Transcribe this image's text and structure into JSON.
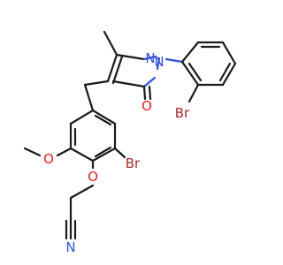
{
  "atom_labels": {
    "n_ring_1": "N",
    "n_ring_2": "N",
    "o_carbonyl": "O",
    "br_aryl": "Br",
    "br_core": "Br",
    "o_methoxy": "O",
    "o_ether": "O",
    "n_nitrile": "N"
  },
  "colors": {
    "carbon": "#1a1a1a",
    "nitrogen": "#3050d8",
    "oxygen": "#e01e1e",
    "bromine": "#a52a2a",
    "background": "#ffffff"
  }
}
